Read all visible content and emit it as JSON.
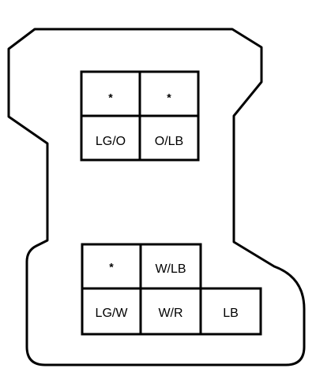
{
  "connector": {
    "top_block": {
      "cells": [
        "*",
        "*",
        "LG/O",
        "O/LB"
      ]
    },
    "bottom_block": {
      "cells": [
        "*",
        "W/LB",
        "LG/W",
        "W/R",
        "LB"
      ]
    }
  }
}
